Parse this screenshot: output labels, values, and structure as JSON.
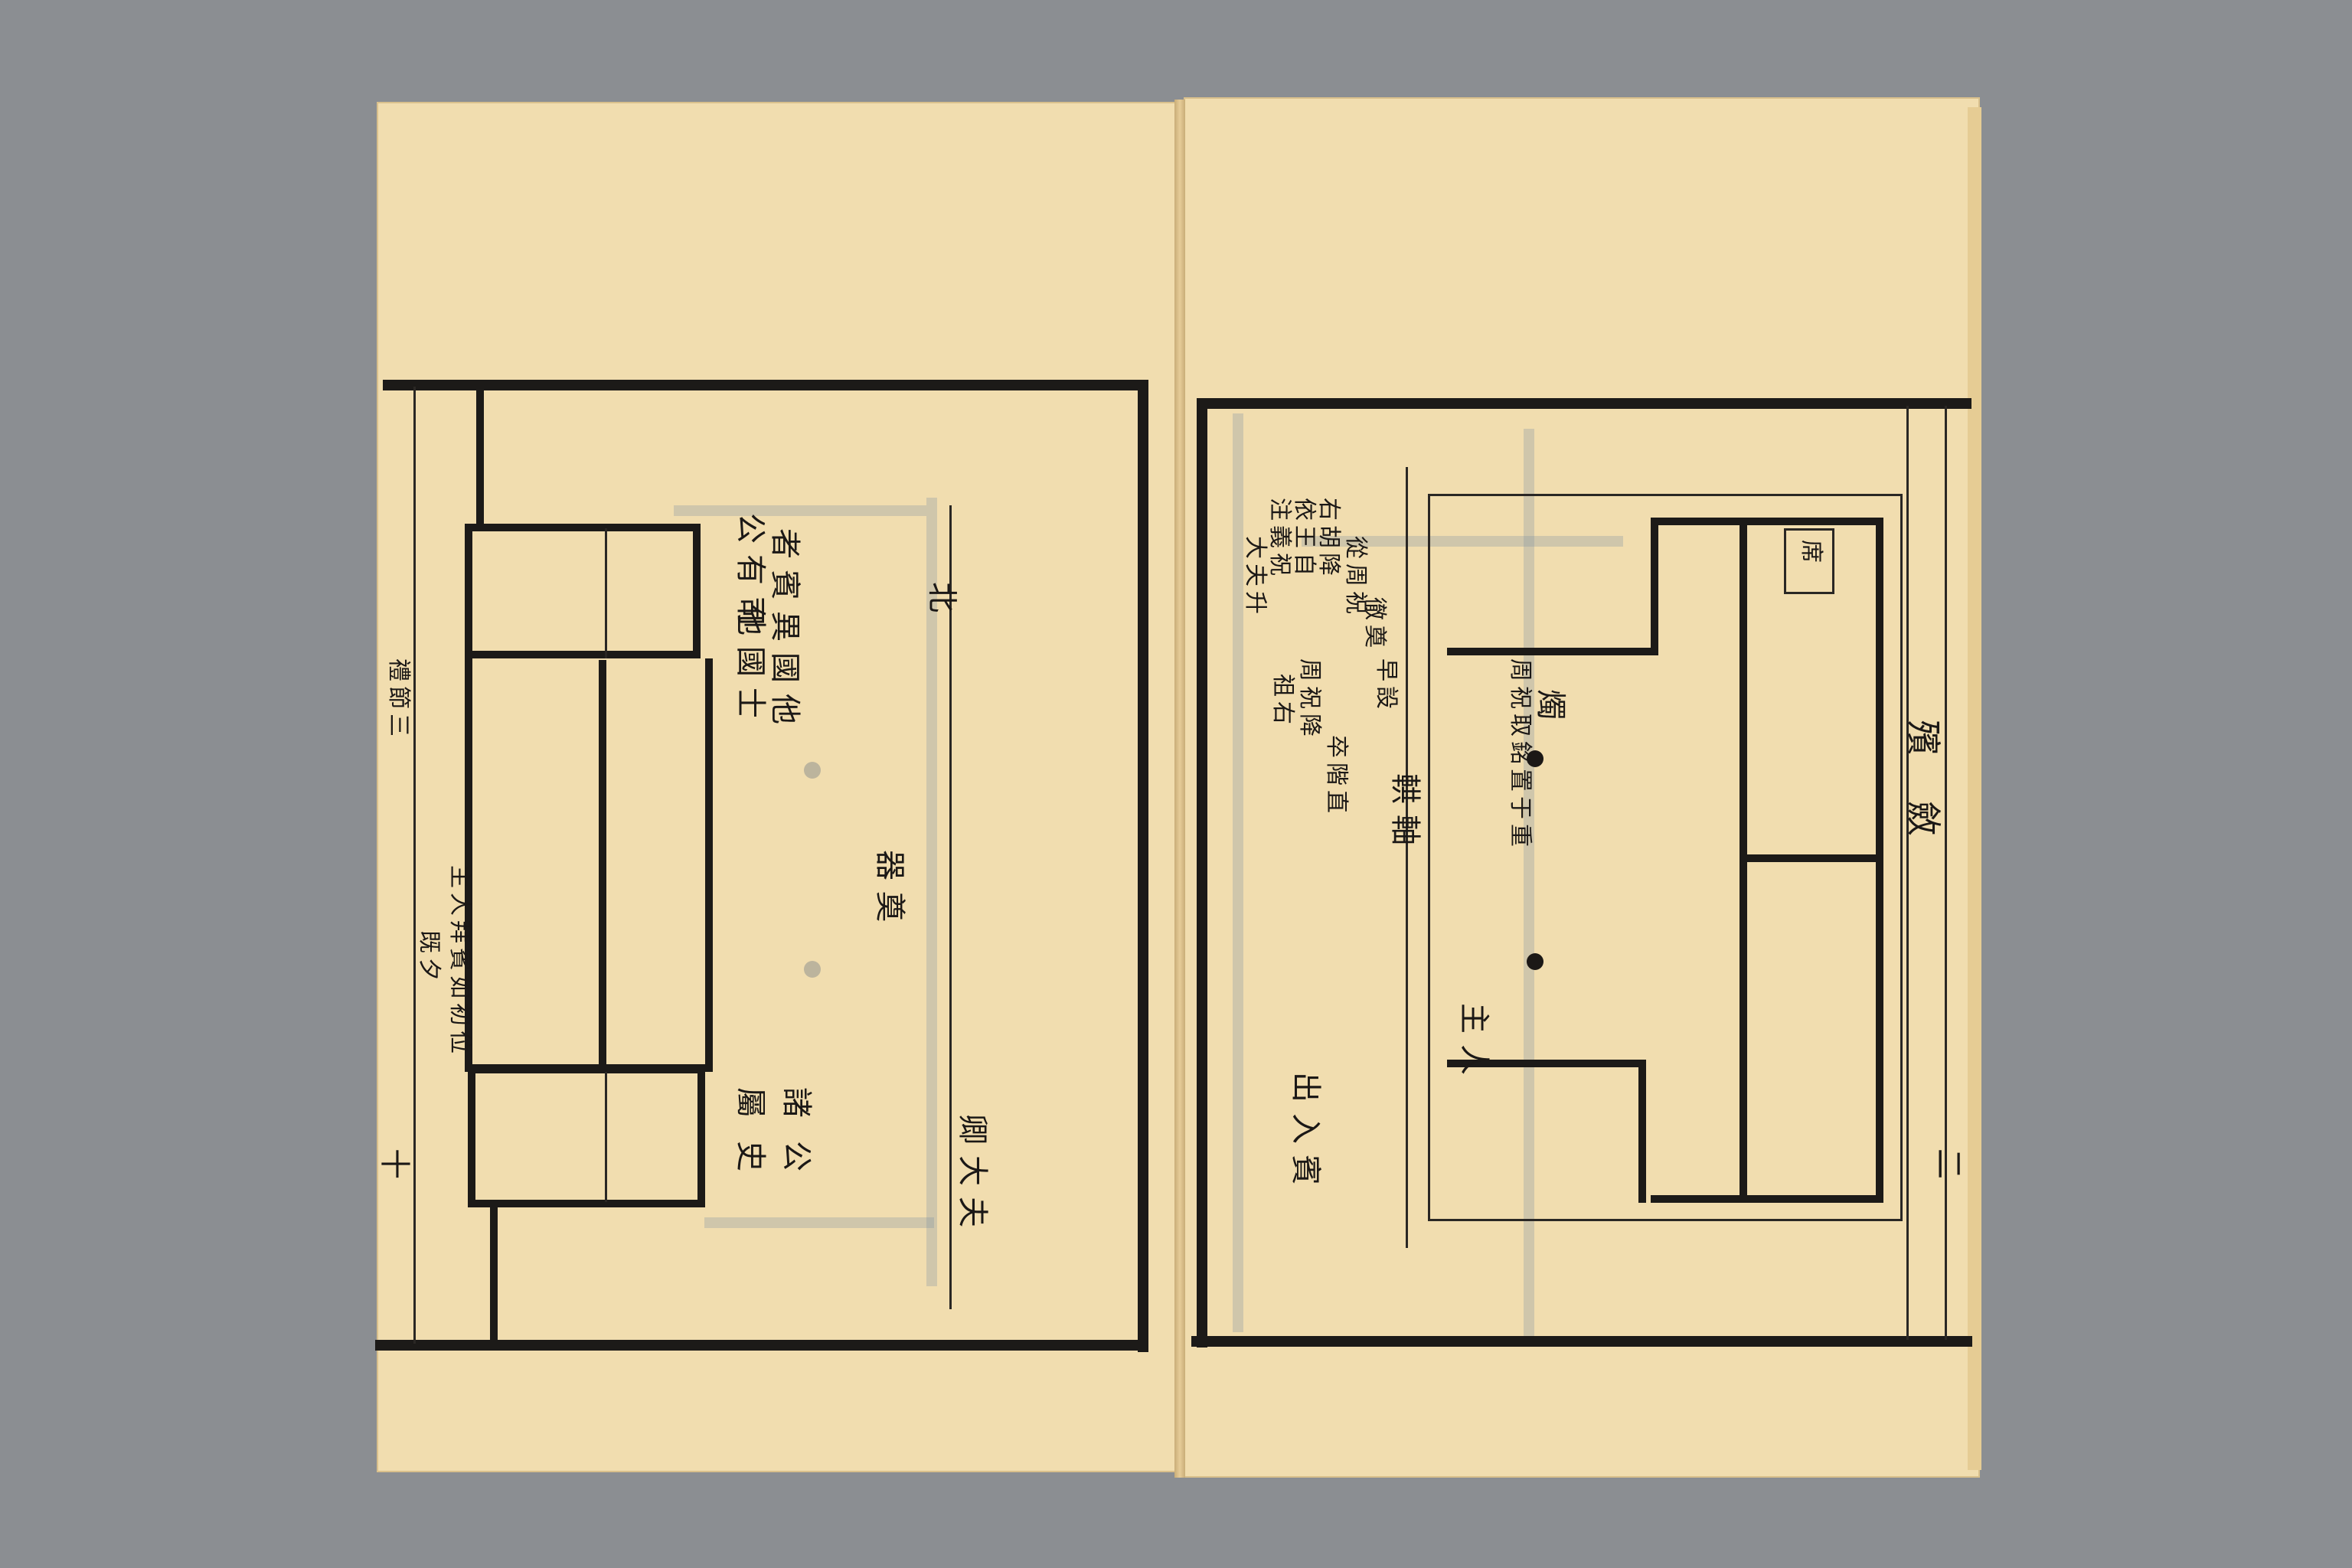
{
  "book": {
    "left_page": {
      "margin_title": "禮節三",
      "margin_page_number": "十",
      "margin_note": "既夕",
      "margin_caption": "主人拜賓如初位",
      "labels": {
        "officer_title": "公有司",
        "officer_1": "他國士",
        "officer_2": "者賓異國他",
        "north_mark": "北",
        "vessel": "器奠",
        "lord": "公",
        "lord_attendants": "諸",
        "clerk": "史",
        "clerk_2": "屬",
        "minister": "卿大夫"
      }
    },
    "right_page": {
      "margin_title": "殯斂",
      "margin_page_number": "二",
      "labels": {
        "note_1": "從周祝",
        "note_2": "右胡降",
        "note_3": "依王自",
        "note_4": "注義祝",
        "note_5": "大夫升",
        "offering": "徹奠",
        "note_6": "周祝降",
        "note_7": "祖右",
        "note_8": "早設",
        "note_9": "卒階直",
        "candle": "燭",
        "note_10": "周祝取銘置于重",
        "seat": "席",
        "bier": "輁軸",
        "host": "主人",
        "guests": "出入賓"
      }
    }
  }
}
